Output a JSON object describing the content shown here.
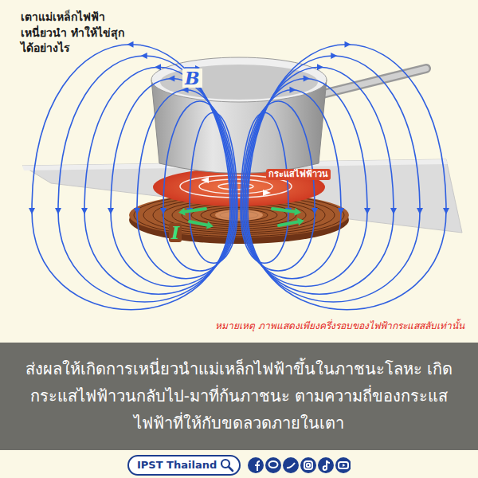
{
  "diagram": {
    "title": "เตาแม่เหล็กไฟฟ้า เหนี่ยวนำ ทำให้ไข่สุก ได้อย่างไร",
    "caption": "ส่งผลให้เกิดการเหนี่ยวนำแม่เหล็กไฟฟ้าขึ้นในภาชนะโลหะ เกิดกระแสไฟฟ้าวนกลับไป-มาที่ก้นภาชนะ ตามความถี่ของกระแสไฟฟ้าที่ให้กับขดลวดภายในเตา",
    "nodes": [
      {
        "text": [
          "IPST Thailand"
        ]
      }
    ],
    "labels": [
      "B",
      "กระแสไฟฟ้าวน",
      "I",
      "หมายเหตุ ภาพแสดงเพียงครึ่งรอบของไฟฟ้ากระแสสลับเท่านั้น"
    ]
  }
}
